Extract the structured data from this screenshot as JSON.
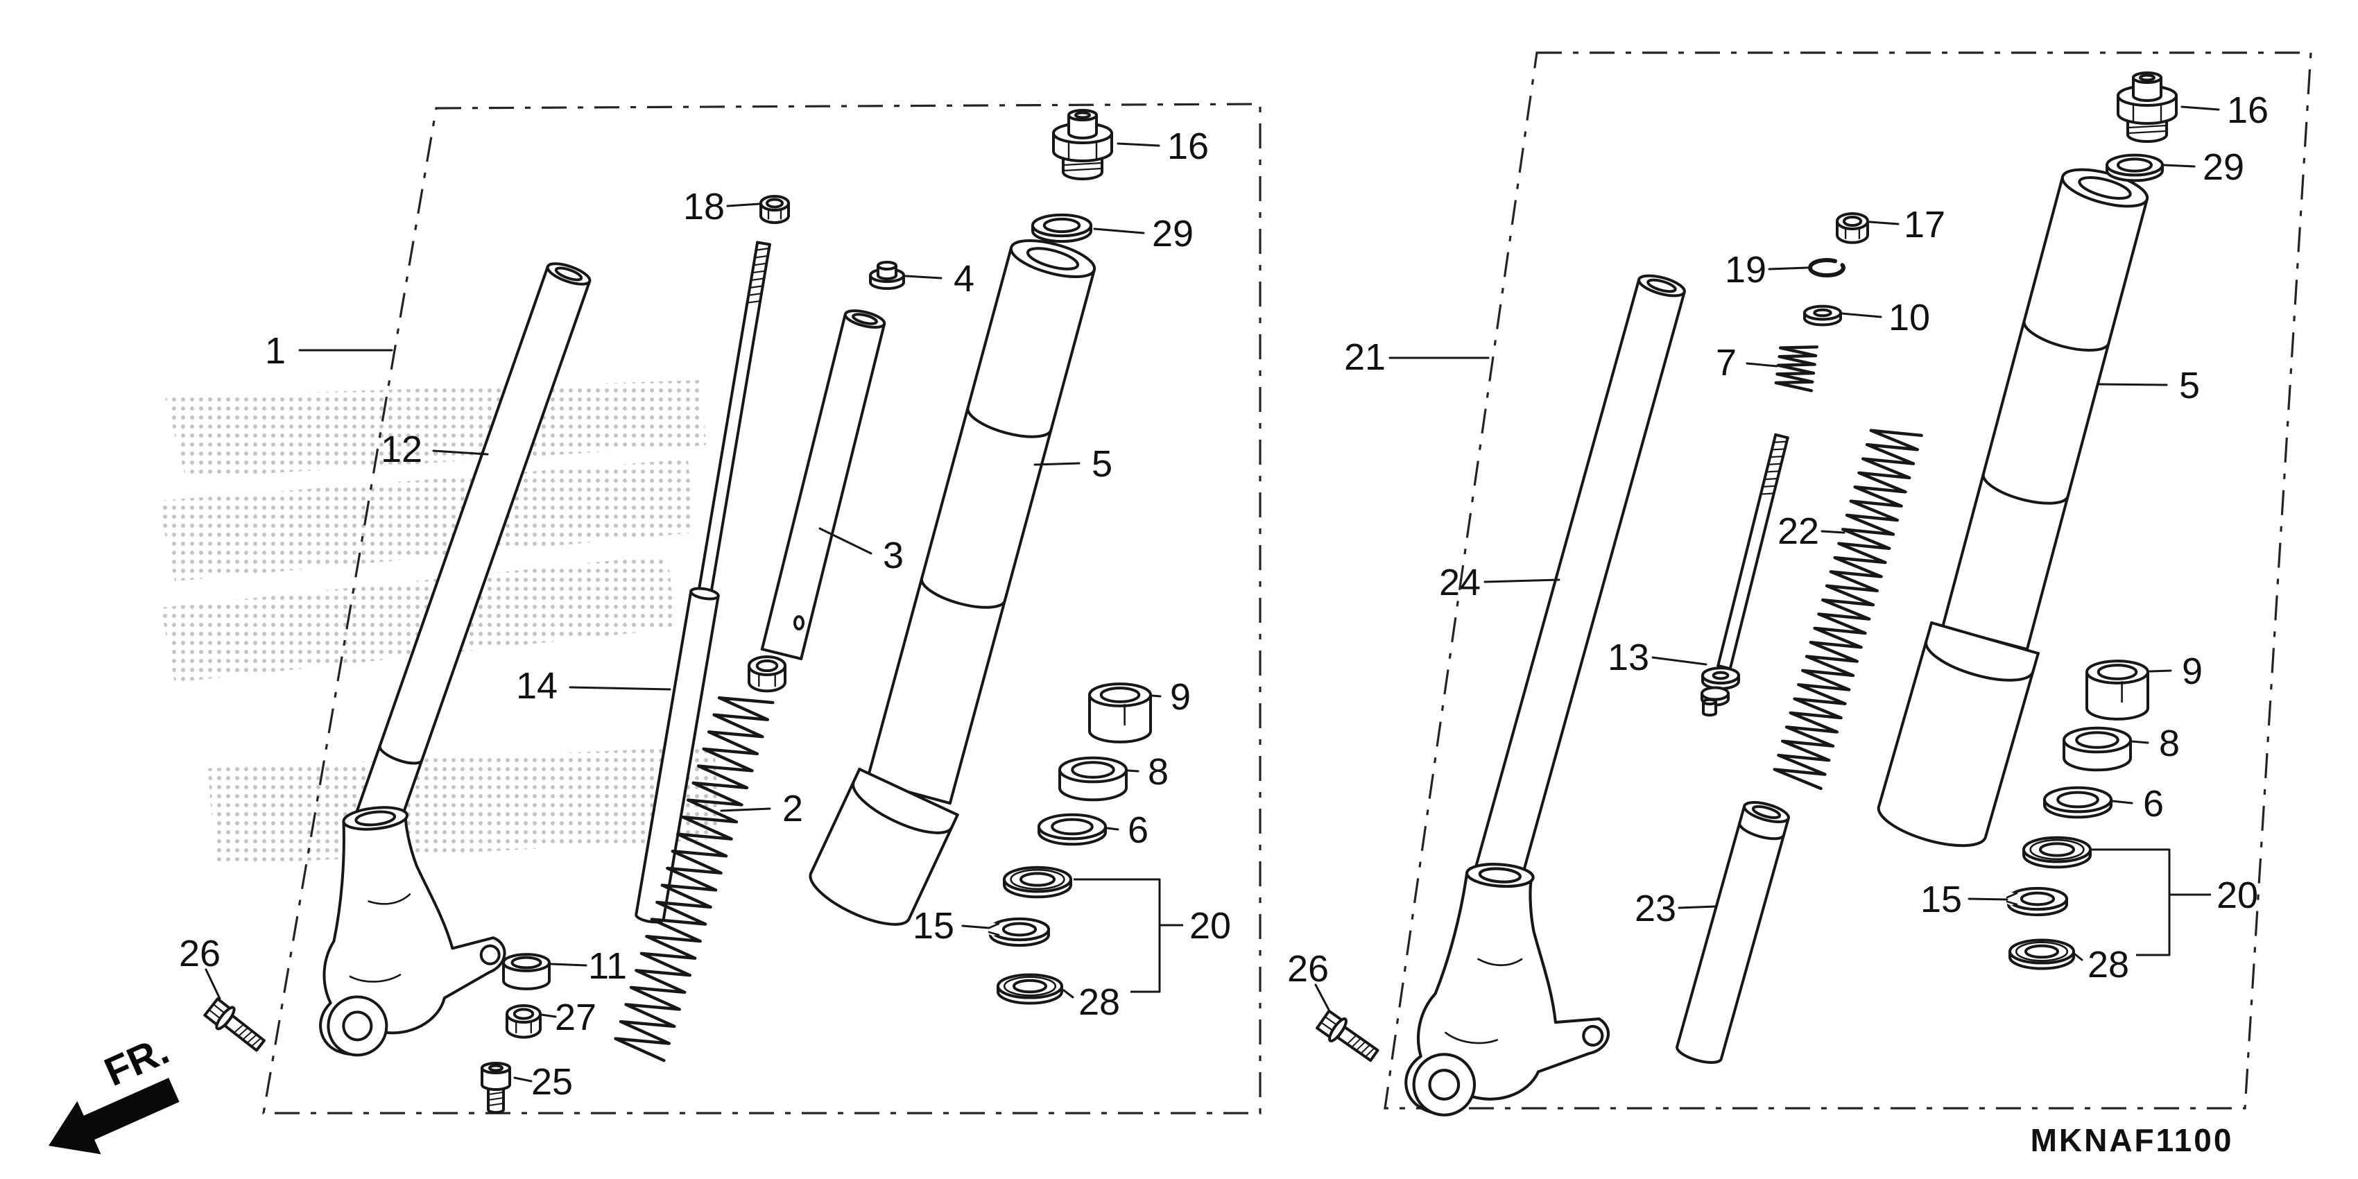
{
  "diagram": {
    "code": "MKNAF1100",
    "direction_label": "FR."
  },
  "callouts": {
    "left": [
      "1",
      "12",
      "14",
      "2",
      "3",
      "5",
      "16",
      "29",
      "18",
      "4",
      "9",
      "8",
      "6",
      "15",
      "20",
      "28",
      "11",
      "27",
      "25",
      "26"
    ],
    "right": [
      "21",
      "24",
      "13",
      "22",
      "23",
      "5",
      "16",
      "29",
      "17",
      "19",
      "10",
      "7",
      "9",
      "8",
      "6",
      "15",
      "20",
      "28",
      "26"
    ]
  }
}
